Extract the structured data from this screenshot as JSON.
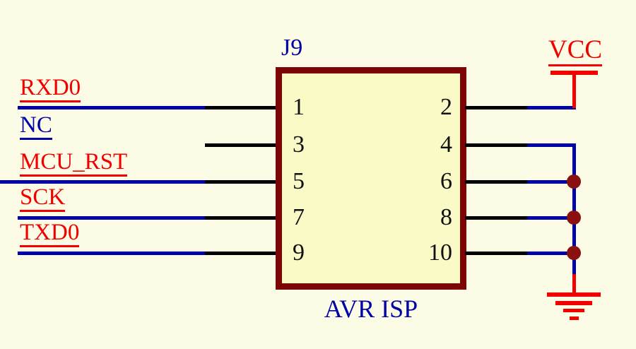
{
  "diagram": {
    "connector": {
      "ref_designator": "J9",
      "part_label": "AVR ISP",
      "left_pins": [
        {
          "number": "1",
          "net": "RXD0"
        },
        {
          "number": "3",
          "net": "NC"
        },
        {
          "number": "5",
          "net": "MCU_RST"
        },
        {
          "number": "7",
          "net": "SCK"
        },
        {
          "number": "9",
          "net": "TXD0"
        }
      ],
      "right_pins": [
        {
          "number": "2"
        },
        {
          "number": "4"
        },
        {
          "number": "6"
        },
        {
          "number": "8"
        },
        {
          "number": "10"
        }
      ]
    },
    "power": {
      "vcc_label": "VCC"
    },
    "colors": {
      "background": "#FCFCE6",
      "box_fill": "#FAFAC6",
      "box_border": "#7C0404",
      "wire_blue": "#0000A8",
      "pin_stub_black": "#000000",
      "net_label_red": "#F20000",
      "net_label_blue": "#0000A8",
      "junction_dot": "#8B1010"
    }
  }
}
